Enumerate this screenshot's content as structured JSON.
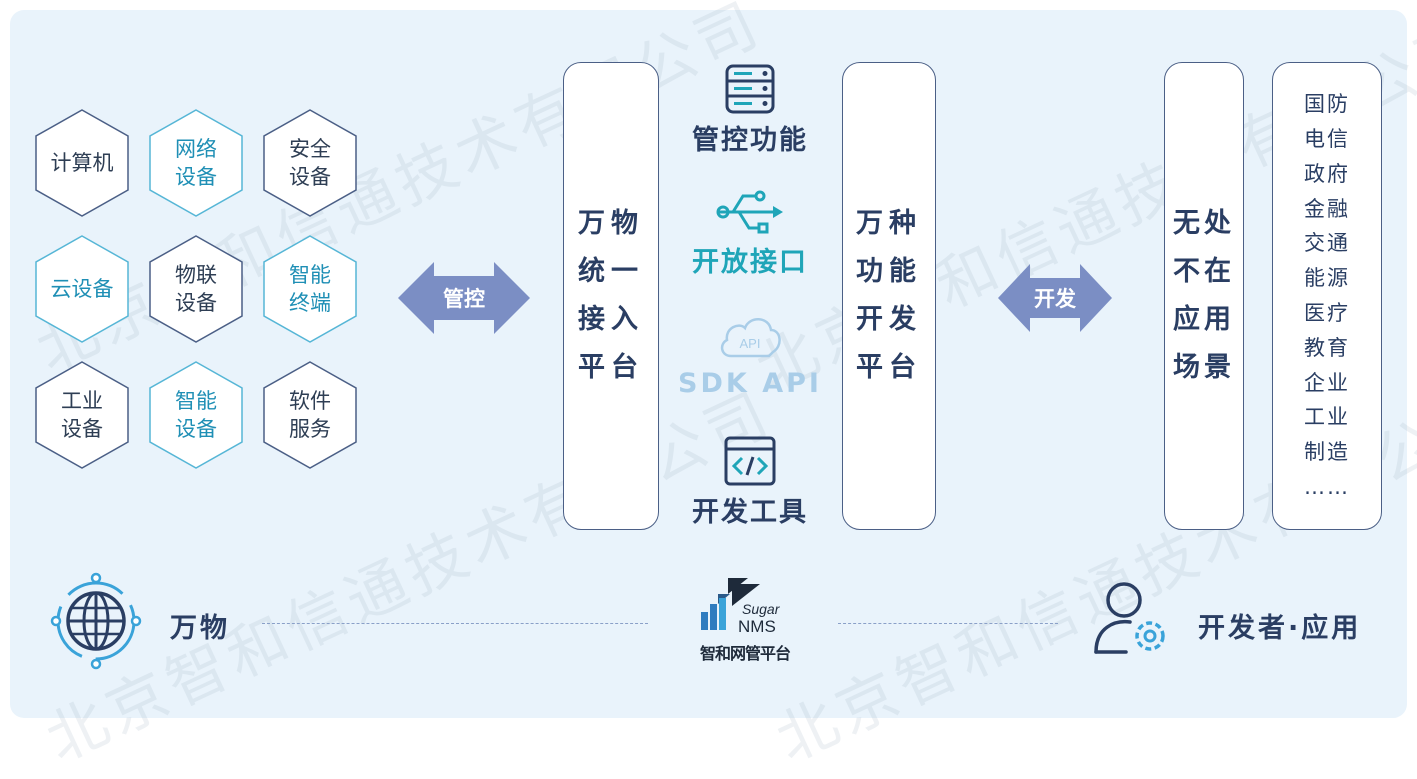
{
  "devices": [
    {
      "label": "计算机",
      "style": "plain"
    },
    {
      "label": "网络\n设备",
      "style": "alt"
    },
    {
      "label": "安全\n设备",
      "style": "plain"
    },
    {
      "label": "云设备",
      "style": "alt"
    },
    {
      "label": "物联\n设备",
      "style": "plain"
    },
    {
      "label": "智能\n终端",
      "style": "alt"
    },
    {
      "label": "工业\n设备",
      "style": "plain"
    },
    {
      "label": "智能\n设备",
      "style": "alt"
    },
    {
      "label": "软件\n服务",
      "style": "plain"
    }
  ],
  "arrow_left": "管控",
  "arrow_right": "开发",
  "platform_left": "万物\n统一\n接入\n平台",
  "features": [
    {
      "label": "管控功能",
      "icon": "server-icon",
      "color": "#2a3e63"
    },
    {
      "label": "开放接口",
      "icon": "usb-icon",
      "color": "#1fa5b8"
    },
    {
      "label": "SDK API",
      "icon": "cloud-api-icon",
      "color": "#a9cde8",
      "icon_text": "API"
    },
    {
      "label": "开发工具",
      "icon": "code-window-icon",
      "color": "#2a3e63"
    }
  ],
  "platform_right": "万种\n功能\n开发\n平台",
  "scenarios": "无处\n不在\n应用\n场景",
  "industries": [
    "国防",
    "电信",
    "政府",
    "金融",
    "交通",
    "能源",
    "医疗",
    "教育",
    "企业",
    "工业",
    "制造",
    "……"
  ],
  "bottom": {
    "left_label": "万物",
    "right_label": "开发者·应用",
    "logo_line1": "Sugar",
    "logo_line2": "NMS",
    "logo_caption": "智和网管平台"
  },
  "watermark": "北京智和信通技术有限公司",
  "colors": {
    "background": "#e9f3fb",
    "accent_dark": "#2a3e63",
    "accent_teal": "#1fa5b8",
    "arrow": "#7b8ec4"
  }
}
